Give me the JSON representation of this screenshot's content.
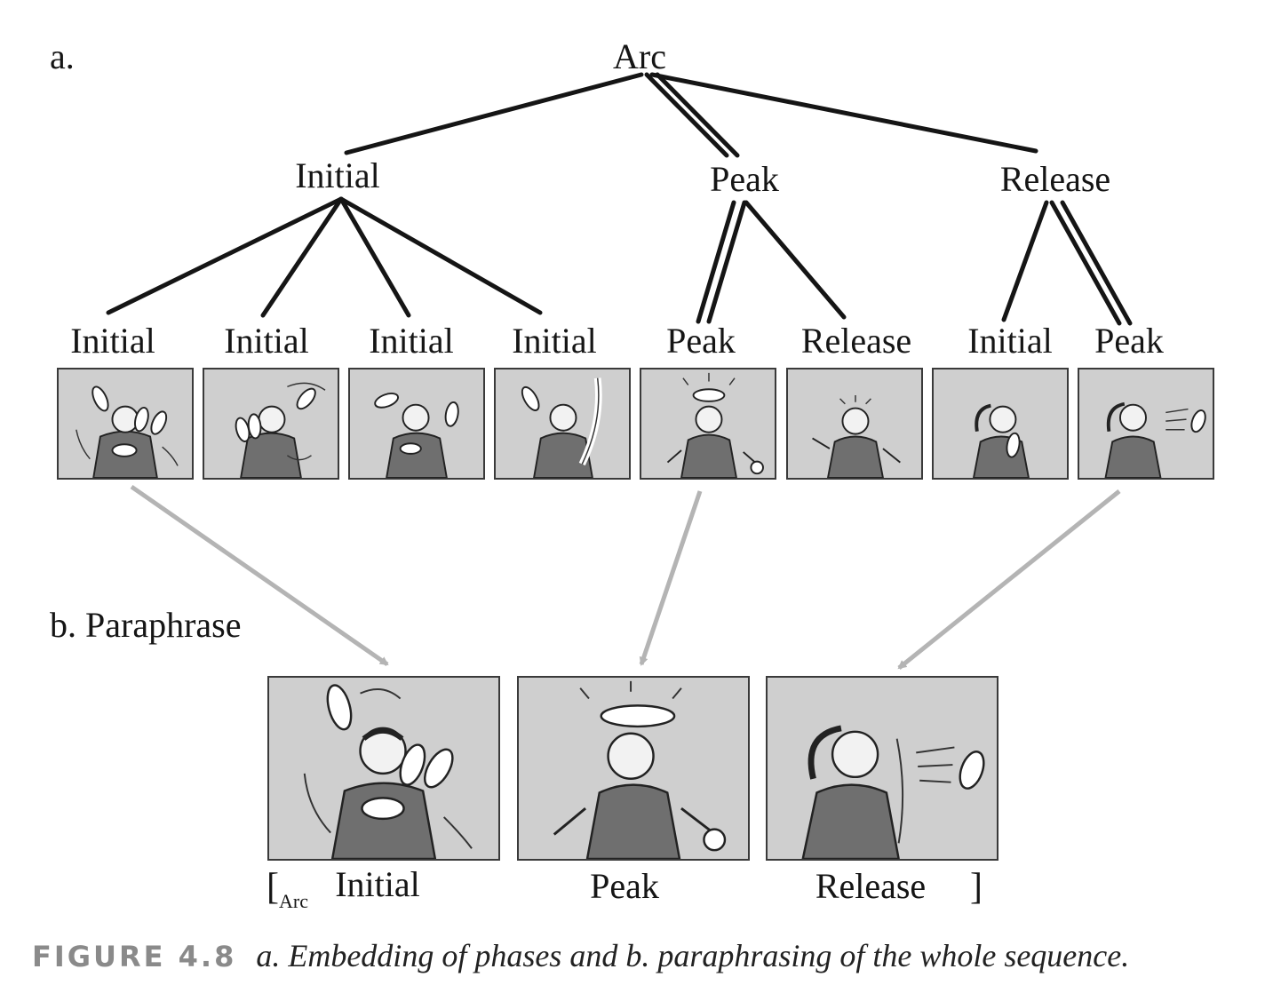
{
  "part_a_label": "a.",
  "part_b_label": "b. Paraphrase",
  "tree": {
    "root": "Arc",
    "level1": [
      "Initial",
      "Peak",
      "Release"
    ],
    "level2": [
      "Initial",
      "Initial",
      "Initial",
      "Initial",
      "Peak",
      "Release",
      "Initial",
      "Peak"
    ]
  },
  "bottom": {
    "bracket_open": "[",
    "bracket_subscript": "Arc",
    "labels": [
      "Initial",
      "Peak",
      "Release"
    ],
    "bracket_close": "]"
  },
  "caption": {
    "figure_label": "FIGURE 4.8",
    "text": "a. Embedding of phases and b. paraphrasing of the whole sequence."
  },
  "colors": {
    "line": "#151515",
    "arrow": "#b4b4b4",
    "panel_bg": "#cfcfcf",
    "figure_label": "#8a8a8a"
  }
}
